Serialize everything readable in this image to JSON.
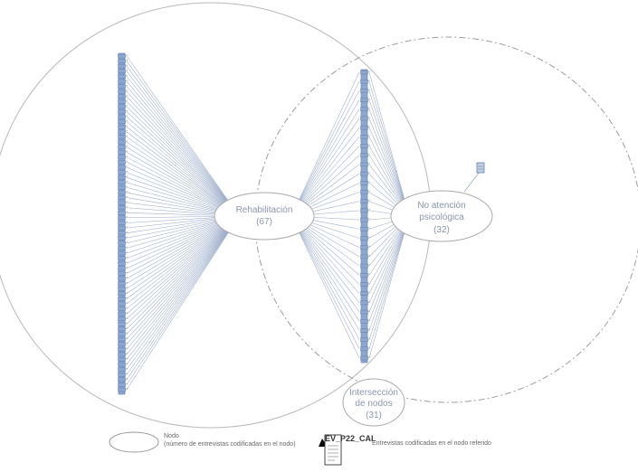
{
  "nodes": {
    "rehabilitacion": {
      "name": "Rehabilitación",
      "count": "(67)"
    },
    "no_atencion": {
      "line1": "No atención",
      "line2": "psicológica",
      "count": "(32)"
    },
    "interseccion": {
      "line1": "Intersección",
      "line2": "de nodos",
      "count": "(31)"
    }
  },
  "document_columns": {
    "left_column_count": 67,
    "right_column_count": 32,
    "shared_with_rehabilitacion": 31,
    "outlier_documents": 1
  },
  "legend": {
    "node_title": "Nodo",
    "node_description": "(número de entrevistas  codificadas  en el nodo)",
    "doc_icon_label": "EV_P22_CAL",
    "doc_description": "Entrevistas codificadas  en el nodo referido"
  },
  "colors": {
    "doc_fill": "#8ea7cf",
    "doc_stroke": "#5f7fb3",
    "line": "#9aabc9",
    "circle": "#b9b9b9",
    "node_text": "#8a97ad"
  },
  "icons": {
    "doc": "document-icon",
    "node": "ellipse-node-icon"
  }
}
